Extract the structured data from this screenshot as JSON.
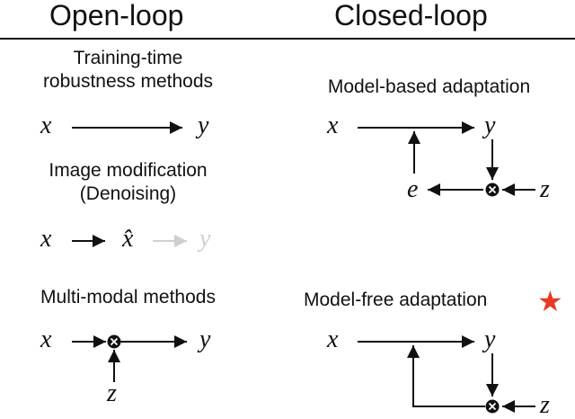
{
  "headers": {
    "left": "Open-loop",
    "right": "Closed-loop"
  },
  "open_loop": {
    "training": {
      "label_line1": "Training-time",
      "label_line2": "robustness methods",
      "input": "x",
      "output": "y"
    },
    "image_mod": {
      "label_line1": "Image modification",
      "label_line2": "(Denoising)",
      "input": "x",
      "intermediate": "x̂",
      "output": "y"
    },
    "multimodal": {
      "label": "Multi-modal methods",
      "input": "x",
      "output": "y",
      "aux": "z"
    }
  },
  "closed_loop": {
    "model_based": {
      "label": "Model-based adaptation",
      "input": "x",
      "output": "y",
      "error": "e",
      "aux": "z"
    },
    "model_free": {
      "label": "Model-free adaptation",
      "marker": "★",
      "input": "x",
      "output": "y",
      "aux": "z"
    }
  },
  "colors": {
    "ink": "#111111",
    "faded": "#cfcfcf",
    "star": "#e53a25"
  }
}
